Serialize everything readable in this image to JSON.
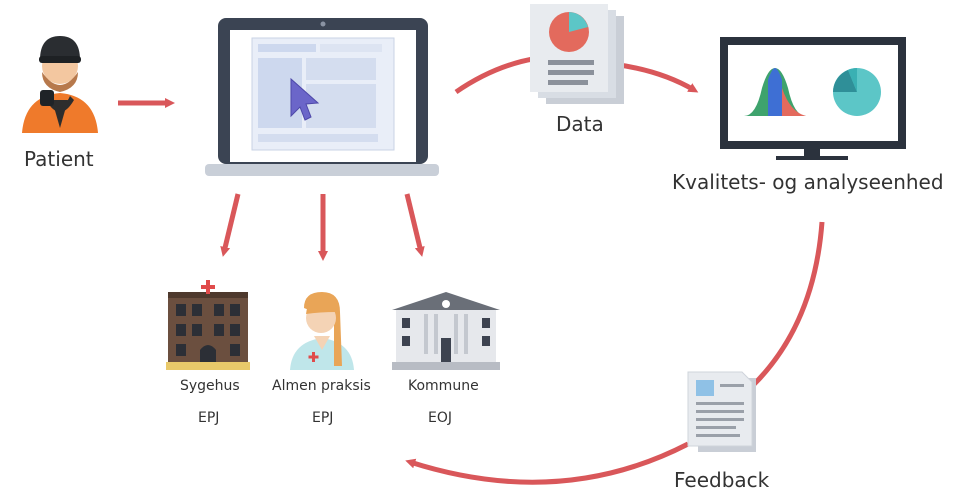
{
  "labels": {
    "patient": "Patient",
    "data": "Data",
    "quality_unit": "Kvalitets- og analyseenhed",
    "feedback": "Feedback"
  },
  "recipients": [
    {
      "name": "Sygehus",
      "record": "EPJ"
    },
    {
      "name": "Almen praksis",
      "record": "EPJ"
    },
    {
      "name": "Kommune",
      "record": "EOJ"
    }
  ],
  "icons": [
    "patient-icon",
    "laptop-icon",
    "data-document-icon",
    "monitor-icon",
    "hospital-icon",
    "doctor-icon",
    "municipality-building-icon",
    "feedback-document-icon"
  ],
  "colors": {
    "arrow": "#d9575a",
    "laptop": "#3b4453",
    "screen": "#e9eef8",
    "pie": "#e36a5d",
    "teal": "#5cc6c7"
  }
}
